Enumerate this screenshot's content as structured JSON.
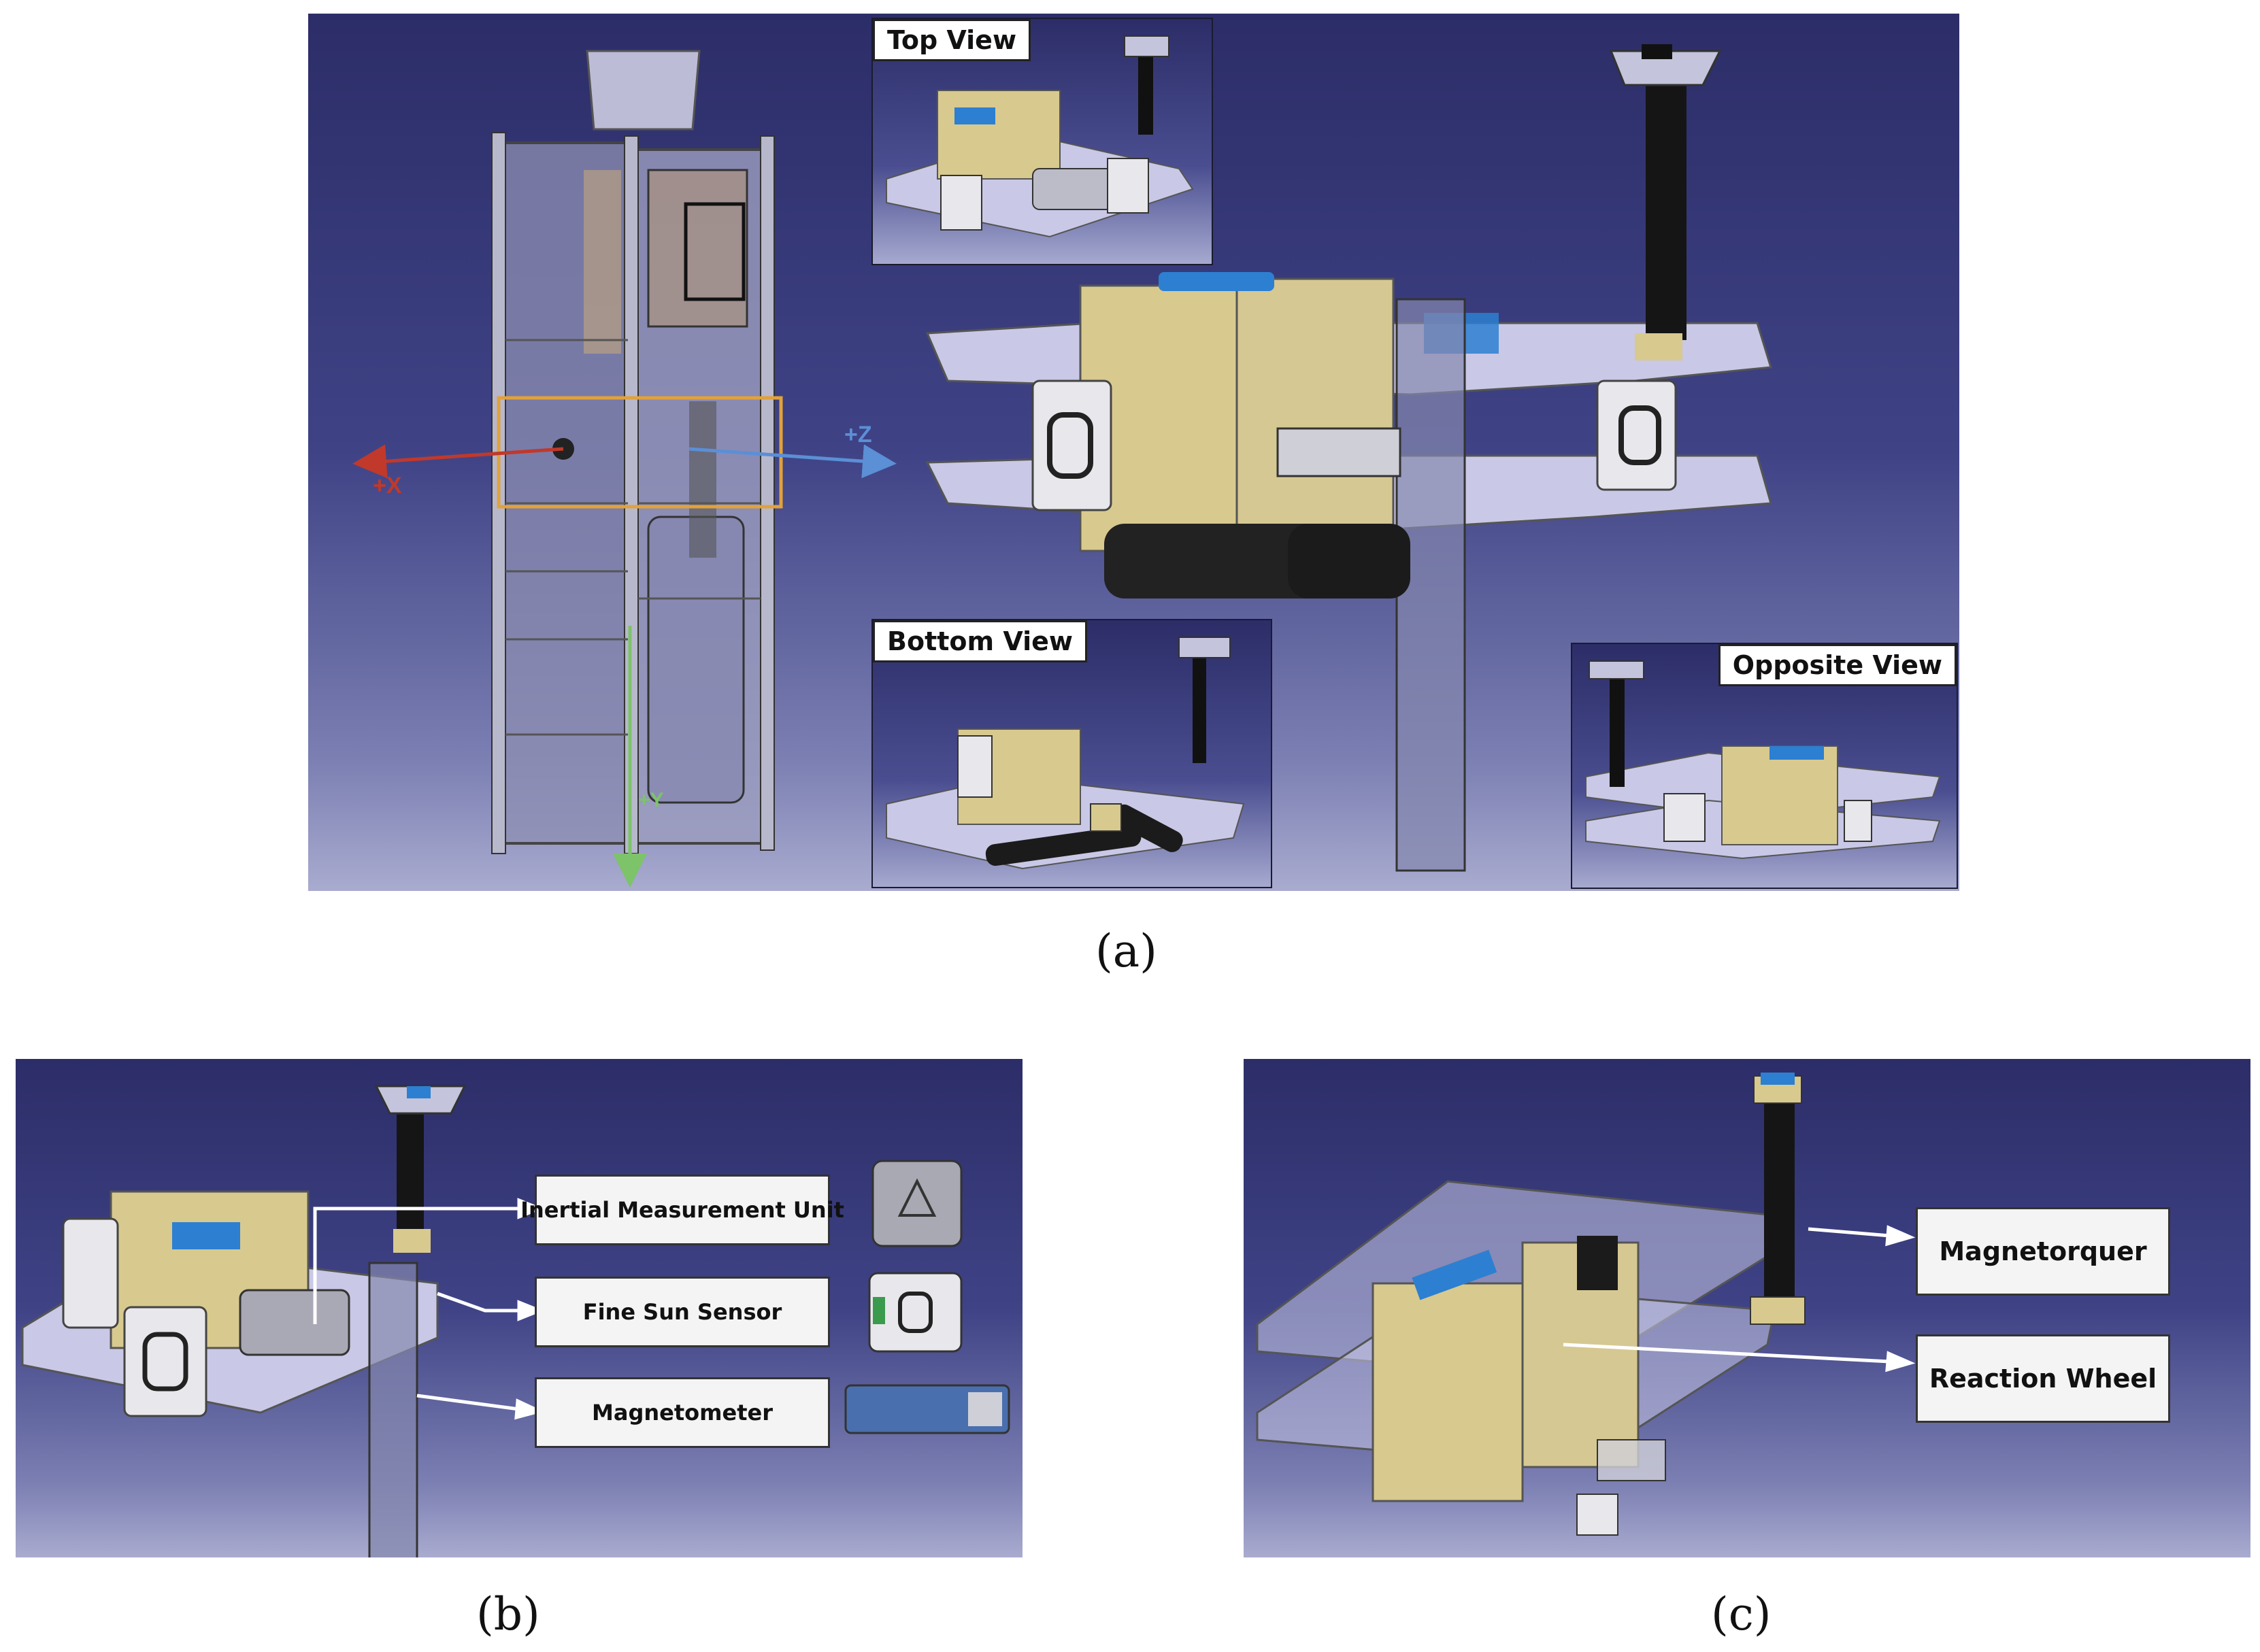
{
  "panel_a": {
    "caption": "(a)",
    "axes": {
      "x": "+X",
      "y": "+Y",
      "z": "+Z"
    },
    "views": {
      "top": "Top View",
      "bottom": "Bottom View",
      "opposite": "Opposite View"
    }
  },
  "panel_b": {
    "caption": "(b)",
    "labels": [
      "Inertial Measurement Unit",
      "Fine Sun Sensor",
      "Magnetometer"
    ]
  },
  "panel_c": {
    "caption": "(c)",
    "labels": [
      "Magnetorquer",
      "Reaction Wheel"
    ]
  },
  "colors": {
    "background_dark": "#2c2d68",
    "background_light": "#a9abcf",
    "axis_x": "#c0392b",
    "axis_y": "#7cc36a",
    "axis_z": "#5b8fd6",
    "highlight_box": "#e1a23a",
    "reaction_wheel": "#d8c98e",
    "plate": "#c9c8e6"
  }
}
